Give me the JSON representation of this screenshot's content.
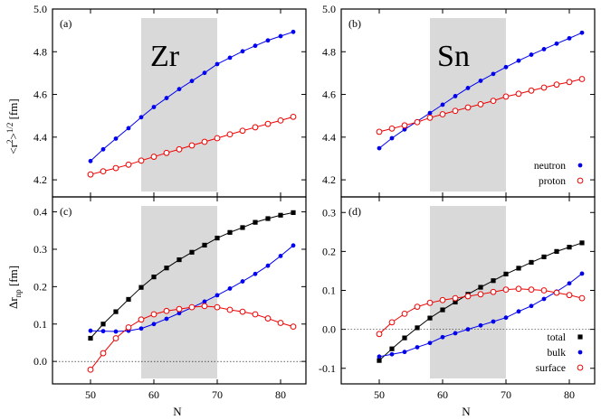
{
  "colors": {
    "neutron": "#0000ee",
    "proton": "#ee0000",
    "total": "#000000",
    "bulk": "#0000ee",
    "surface": "#ee0000",
    "shade": "#d9d9d9"
  },
  "axis_labels": {
    "x": "N",
    "y_top": "<r²>1/2 [fm]",
    "y_bottom": "Δr_np [fm]"
  },
  "chart_data": [
    {
      "id": "a",
      "type": "line",
      "panel_label": "(a)",
      "element": "Zr",
      "xlim": [
        44,
        84
      ],
      "ylim": [
        4.12,
        5.0
      ],
      "xticks": [
        50,
        60,
        70,
        80
      ],
      "yticks": [
        4.2,
        4.4,
        4.6,
        4.8,
        5.0
      ],
      "ytick_labels": [
        "4.2",
        "4.4",
        "4.6",
        "4.8",
        "5.0"
      ],
      "shaded_x": [
        58,
        70
      ],
      "x": [
        50,
        52,
        54,
        56,
        58,
        60,
        62,
        64,
        66,
        68,
        70,
        72,
        74,
        76,
        78,
        80,
        82
      ],
      "series": [
        {
          "name": "neutron",
          "marker": "filled-circle",
          "color": "#0000ee",
          "values": [
            4.288,
            4.343,
            4.393,
            4.442,
            4.493,
            4.541,
            4.583,
            4.625,
            4.663,
            4.701,
            4.742,
            4.772,
            4.802,
            4.828,
            4.853,
            4.873,
            4.893
          ]
        },
        {
          "name": "proton",
          "marker": "open-circle",
          "color": "#ee0000",
          "values": [
            4.225,
            4.24,
            4.255,
            4.271,
            4.29,
            4.308,
            4.326,
            4.343,
            4.361,
            4.378,
            4.395,
            4.413,
            4.43,
            4.446,
            4.462,
            4.478,
            4.495
          ]
        }
      ]
    },
    {
      "id": "b",
      "type": "line",
      "panel_label": "(b)",
      "element": "Sn",
      "xlim": [
        44,
        84
      ],
      "ylim": [
        4.12,
        5.0
      ],
      "xticks": [
        50,
        60,
        70,
        80
      ],
      "yticks": [
        4.2,
        4.4,
        4.6,
        4.8,
        5.0
      ],
      "ytick_labels": [
        "4.2",
        "4.4",
        "4.6",
        "4.8",
        "5.0"
      ],
      "shaded_x": [
        58,
        70
      ],
      "x": [
        50,
        52,
        54,
        56,
        58,
        60,
        62,
        64,
        66,
        68,
        70,
        72,
        74,
        76,
        78,
        80,
        82
      ],
      "series": [
        {
          "name": "neutron",
          "marker": "filled-circle",
          "color": "#0000ee",
          "values": [
            4.348,
            4.395,
            4.436,
            4.474,
            4.513,
            4.552,
            4.592,
            4.63,
            4.664,
            4.696,
            4.728,
            4.758,
            4.786,
            4.812,
            4.838,
            4.863,
            4.889
          ]
        },
        {
          "name": "proton",
          "marker": "open-circle",
          "color": "#ee0000",
          "values": [
            4.425,
            4.44,
            4.455,
            4.47,
            4.491,
            4.507,
            4.523,
            4.539,
            4.554,
            4.57,
            4.59,
            4.603,
            4.618,
            4.632,
            4.646,
            4.658,
            4.672
          ]
        }
      ],
      "legend": {
        "position": "bottom-right",
        "entries": [
          {
            "label": "neutron",
            "marker": "filled-circle",
            "color": "#0000ee"
          },
          {
            "label": "proton",
            "marker": "open-circle",
            "color": "#ee0000"
          }
        ]
      }
    },
    {
      "id": "c",
      "type": "line",
      "panel_label": "(c)",
      "xlim": [
        44,
        84
      ],
      "ylim": [
        -0.06,
        0.44
      ],
      "xticks": [
        50,
        60,
        70,
        80
      ],
      "yticks": [
        0.0,
        0.1,
        0.2,
        0.3,
        0.4
      ],
      "ytick_labels": [
        "0.0",
        "0.1",
        "0.2",
        "0.3",
        "0.4"
      ],
      "shaded_x": [
        58,
        70
      ],
      "zero_line": true,
      "x": [
        50,
        52,
        54,
        56,
        58,
        60,
        62,
        64,
        66,
        68,
        70,
        72,
        74,
        76,
        78,
        80,
        82
      ],
      "series": [
        {
          "name": "total",
          "marker": "filled-square",
          "color": "#000000",
          "values": [
            0.062,
            0.1,
            0.133,
            0.166,
            0.198,
            0.226,
            0.25,
            0.272,
            0.292,
            0.311,
            0.33,
            0.345,
            0.358,
            0.372,
            0.382,
            0.391,
            0.398
          ]
        },
        {
          "name": "bulk",
          "marker": "filled-circle",
          "color": "#0000ee",
          "values": [
            0.082,
            0.081,
            0.08,
            0.082,
            0.088,
            0.1,
            0.114,
            0.129,
            0.144,
            0.16,
            0.177,
            0.195,
            0.214,
            0.234,
            0.256,
            0.282,
            0.31
          ]
        },
        {
          "name": "surface",
          "marker": "open-circle",
          "color": "#ee0000",
          "values": [
            -0.022,
            0.022,
            0.062,
            0.091,
            0.112,
            0.126,
            0.135,
            0.14,
            0.145,
            0.148,
            0.145,
            0.138,
            0.133,
            0.126,
            0.115,
            0.103,
            0.093
          ]
        }
      ]
    },
    {
      "id": "d",
      "type": "line",
      "panel_label": "(d)",
      "xlim": [
        44,
        84
      ],
      "ylim": [
        -0.14,
        0.34
      ],
      "xticks": [
        50,
        60,
        70,
        80
      ],
      "yticks": [
        -0.1,
        0.0,
        0.1,
        0.2,
        0.3
      ],
      "ytick_labels": [
        "-0.1",
        "0.0",
        "0.1",
        "0.2",
        "0.3"
      ],
      "shaded_x": [
        58,
        70
      ],
      "zero_line": true,
      "x": [
        50,
        52,
        54,
        56,
        58,
        60,
        62,
        64,
        66,
        68,
        70,
        72,
        74,
        76,
        78,
        80,
        82
      ],
      "series": [
        {
          "name": "total",
          "marker": "filled-square",
          "color": "#000000",
          "values": [
            -0.08,
            -0.05,
            -0.022,
            0.004,
            0.029,
            0.05,
            0.07,
            0.09,
            0.108,
            0.125,
            0.142,
            0.157,
            0.172,
            0.186,
            0.2,
            0.211,
            0.222
          ]
        },
        {
          "name": "bulk",
          "marker": "filled-circle",
          "color": "#0000ee",
          "values": [
            -0.07,
            -0.064,
            -0.058,
            -0.046,
            -0.035,
            -0.02,
            -0.01,
            0.0,
            0.01,
            0.02,
            0.03,
            0.046,
            0.06,
            0.078,
            0.097,
            0.118,
            0.143
          ]
        },
        {
          "name": "surface",
          "marker": "open-circle",
          "color": "#ee0000",
          "values": [
            -0.012,
            0.018,
            0.04,
            0.058,
            0.068,
            0.075,
            0.08,
            0.085,
            0.09,
            0.096,
            0.102,
            0.104,
            0.102,
            0.1,
            0.094,
            0.088,
            0.08
          ]
        }
      ],
      "legend": {
        "position": "bottom-right",
        "entries": [
          {
            "label": "total",
            "marker": "filled-square",
            "color": "#000000"
          },
          {
            "label": "bulk",
            "marker": "filled-circle",
            "color": "#0000ee"
          },
          {
            "label": "surface",
            "marker": "open-circle",
            "color": "#ee0000"
          }
        ]
      }
    }
  ]
}
